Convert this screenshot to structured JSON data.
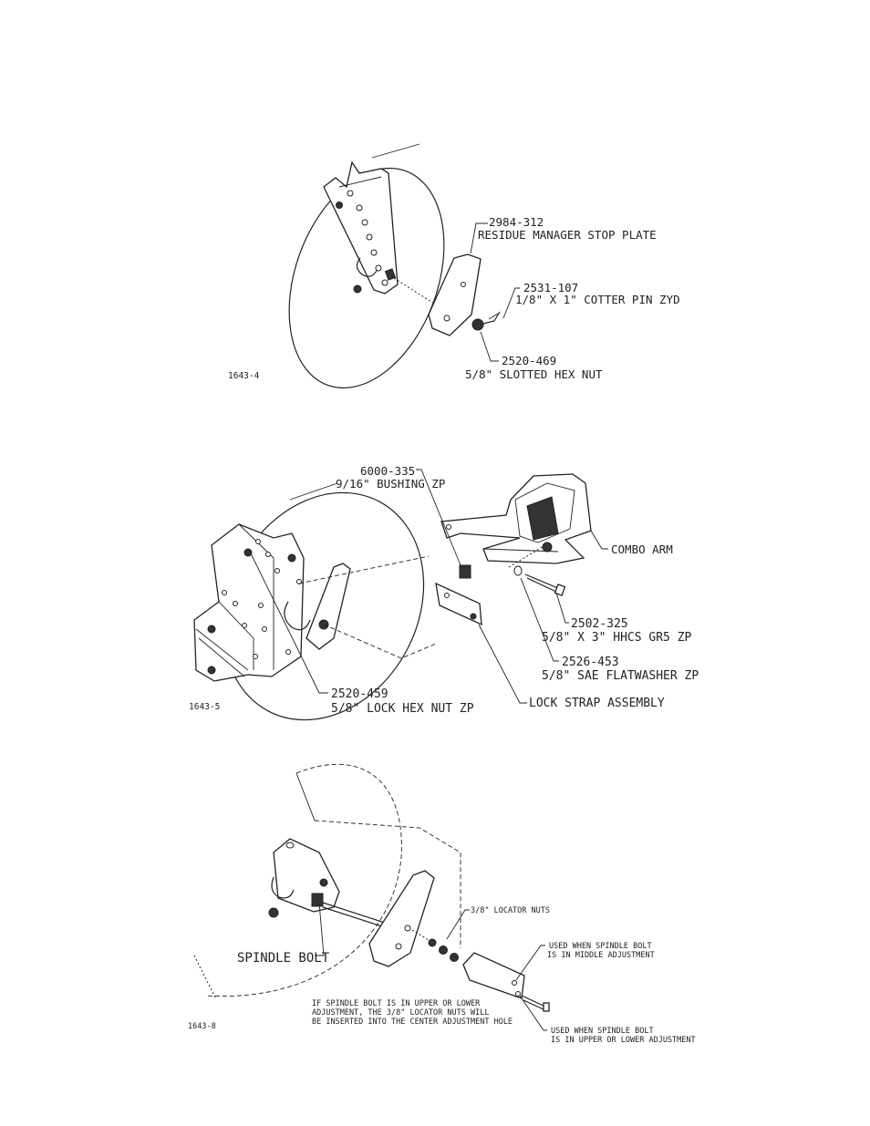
{
  "figure1": {
    "id": "1643-4",
    "callouts": {
      "stop_plate_pn": "2984-312",
      "stop_plate_desc": "RESIDUE MANAGER STOP PLATE",
      "cotter_pin_pn": "2531-107",
      "cotter_pin_desc": "1/8\" X 1\" COTTER PIN ZYD",
      "slotted_nut_pn": "2520-469",
      "slotted_nut_desc": "5/8\" SLOTTED HEX NUT"
    }
  },
  "figure2": {
    "id": "1643-5",
    "callouts": {
      "bushing_pn": "6000-335",
      "bushing_desc": "9/16\" BUSHING ZP",
      "combo_arm": "COMBO ARM",
      "hhcs_pn": "2502-325",
      "hhcs_desc": "5/8\" X 3\" HHCS GR5 ZP",
      "flatwasher_pn": "2526-453",
      "flatwasher_desc": "5/8\" SAE FLATWASHER ZP",
      "lock_nut_pn": "2520-459",
      "lock_nut_desc": "5/8\" LOCK HEX NUT ZP",
      "lock_strap": "LOCK STRAP ASSEMBLY"
    }
  },
  "figure3": {
    "id": "1643-8",
    "callouts": {
      "spindle_bolt": "SPINDLE BOLT",
      "locator_nuts": "3/8\" LOCATOR NUTS",
      "middle_line1": "USED WHEN SPINDLE BOLT",
      "middle_line2": "IS IN MIDDLE ADJUSTMENT",
      "upper_line1": "USED WHEN SPINDLE BOLT",
      "upper_line2": "IS IN UPPER OR LOWER ADJUSTMENT",
      "note_line1": "IF SPINDLE BOLT IS IN UPPER OR LOWER",
      "note_line2": "ADJUSTMENT, THE 3/8\" LOCATOR NUTS WILL",
      "note_line3": "BE INSERTED INTO THE CENTER ADJUSTMENT HOLE"
    }
  }
}
